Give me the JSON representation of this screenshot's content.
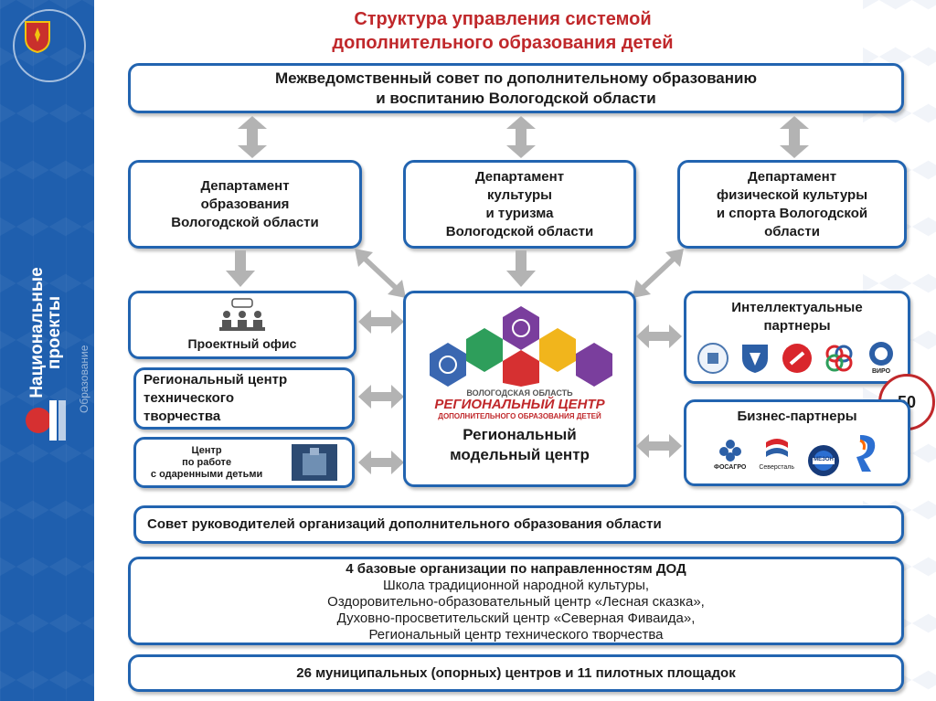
{
  "title": {
    "line1": "Структура управления системой",
    "line2": "дополнительного образования детей"
  },
  "council": {
    "line1": "Межведомственный совет по дополнительному образованию",
    "line2": "и воспитанию Вологодской области"
  },
  "departments": [
    {
      "lines": [
        "Департамент",
        "образования",
        "Вологодской области"
      ]
    },
    {
      "lines": [
        "Департамент",
        "культуры",
        "и туризма",
        "Вологодской области"
      ]
    },
    {
      "lines": [
        "Департамент",
        "физической культуры",
        "и спорта Вологодской",
        "области"
      ]
    }
  ],
  "project_office": {
    "label": "Проектный офис"
  },
  "tech_center": {
    "lines": [
      "Региональный центр",
      "технического",
      "творчества"
    ]
  },
  "gifted_center": {
    "lines": [
      "Центр",
      "по работе",
      "с одаренными детьми"
    ]
  },
  "regional_center": {
    "logo_top": "ВОЛОГОДСКАЯ ОБЛАСТЬ",
    "logo_main": "РЕГИОНАЛЬНЫЙ ЦЕНТР",
    "logo_sub": "ДОПОЛНИТЕЛЬНОГО ОБРАЗОВАНИЯ ДЕТЕЙ",
    "line1": "Региональный",
    "line2": "модельный центр"
  },
  "intellectual_partners": {
    "lines": [
      "Интеллектуальные",
      "партнеры"
    ],
    "logo_label": "ВИРО"
  },
  "business_partners": {
    "label": "Бизнес-партнеры",
    "logos": [
      "ФОСАГРО",
      "Северсталь",
      "МЕЗОН"
    ]
  },
  "badge": {
    "value": "50"
  },
  "heads_council": {
    "label": "Совет руководителей организаций дополнительного образования области"
  },
  "base_orgs": {
    "heading": "4 базовые организации по направленностям ДОД",
    "items": [
      "Школа традиционной народной культуры,",
      "Оздоровительно-образовательный центр «Лесная сказка»,",
      "Духовно-просветительский центр «Северная Фиваида»,",
      "Региональный центр технического творчества"
    ]
  },
  "municipal": {
    "label": "26 муниципальных (опорных) центров и 11 пилотных площадок"
  },
  "sidebar": {
    "brand_line1": "Национальные",
    "brand_line2": "проекты",
    "brand_sub": "Образование"
  },
  "colors": {
    "accent_blue": "#2264b0",
    "title_red": "#c0282b",
    "arrow_grey": "#b3b3b3",
    "sidebar_blue": "#1f5fae"
  }
}
